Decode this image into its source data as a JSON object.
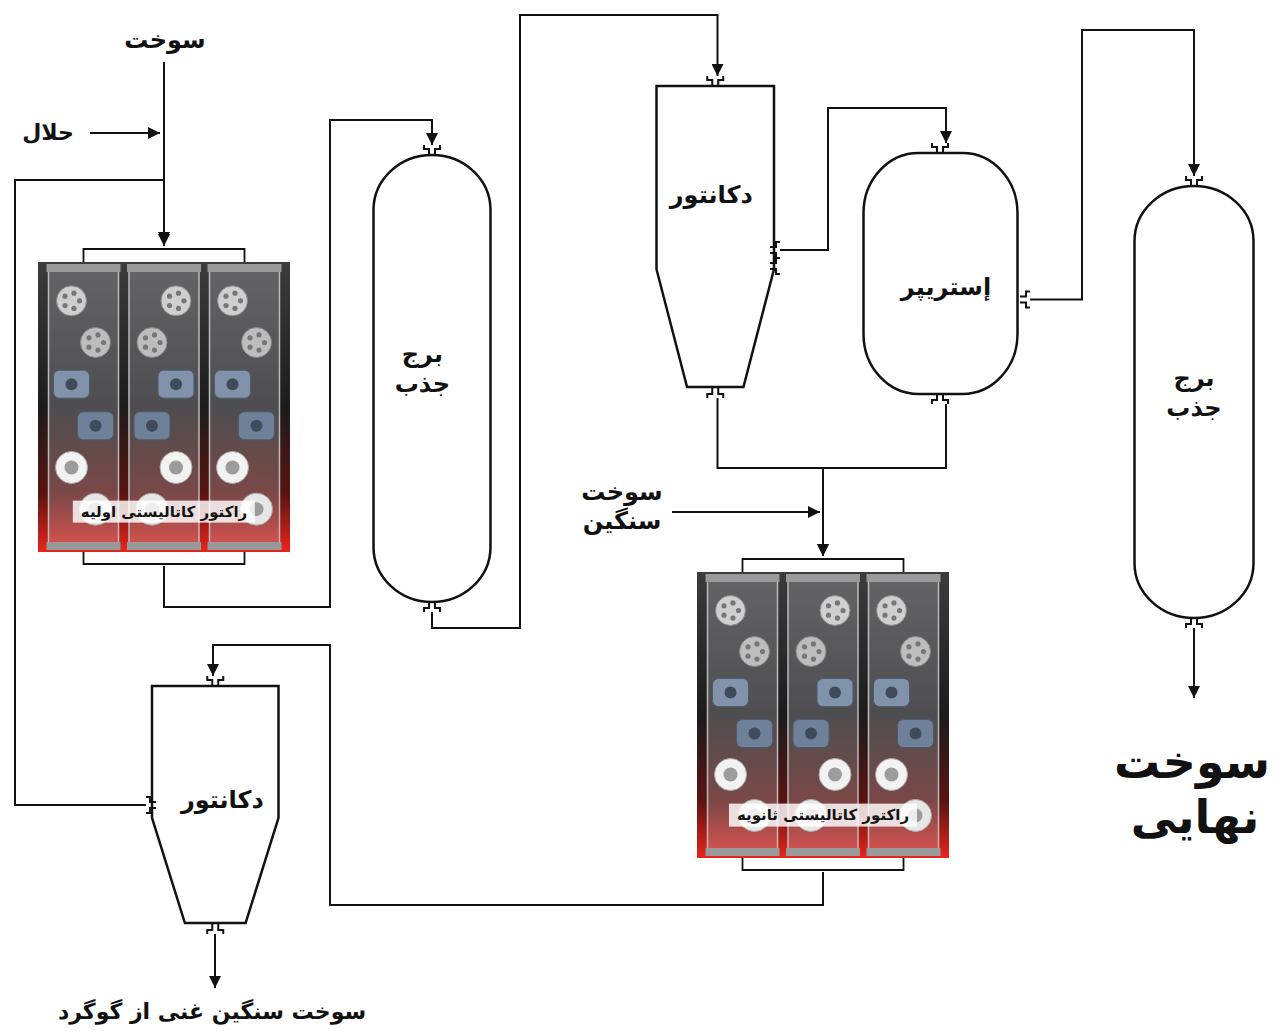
{
  "diagram": {
    "nodes": [
      {
        "text": [
          "راکتور کاتالیستی اولیه"
        ]
      },
      {
        "text": [
          "برج جذب"
        ]
      },
      {
        "text": [
          "دکانتور"
        ]
      },
      {
        "text": [
          "إستریپر"
        ]
      },
      {
        "text": [
          "برج جذب"
        ]
      },
      {
        "text": [
          "راکتور کاتالیستی ثانویه"
        ]
      },
      {
        "text": [
          "دکانتور"
        ]
      }
    ],
    "edges": [
      {
        "from": 0,
        "to": 1,
        "arrow": "to"
      },
      {
        "from": 1,
        "to": 2,
        "arrow": "to"
      },
      {
        "from": 2,
        "to": 3,
        "arrow": "to"
      },
      {
        "from": 3,
        "to": 4,
        "arrow": "to"
      },
      {
        "from": 2,
        "to": 5,
        "arrow": "to"
      },
      {
        "from": 3,
        "to": 5,
        "arrow": "to"
      },
      {
        "from": 5,
        "to": 6,
        "arrow": "to"
      },
      {
        "from": 6,
        "to": 0,
        "arrow": "to"
      }
    ],
    "labels": [
      "سوخت",
      "حلال",
      "سوخت سنگین",
      "سوخت نهایی",
      "سوخت سنگین غنی از گوگرد"
    ]
  }
}
